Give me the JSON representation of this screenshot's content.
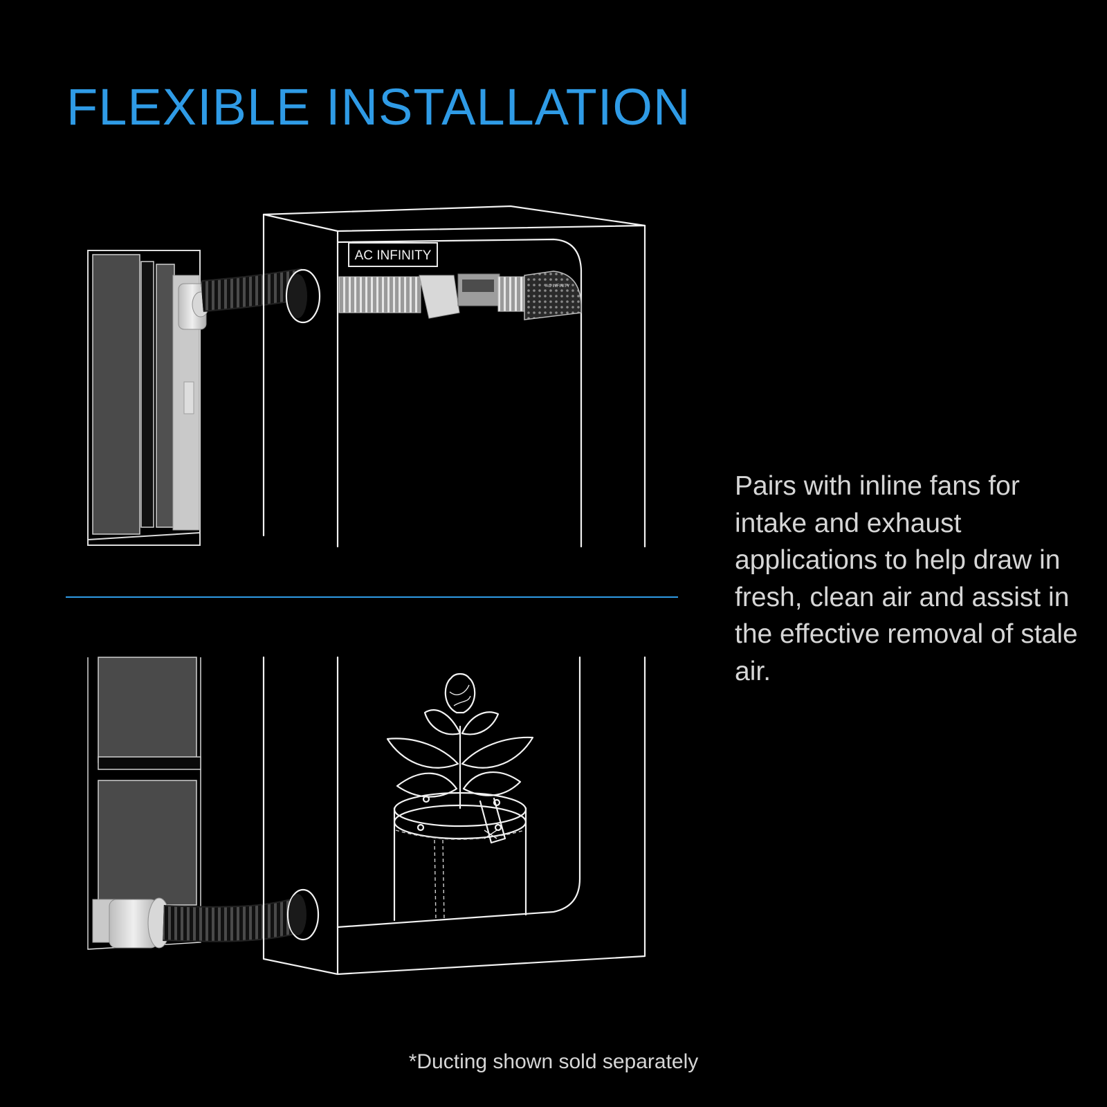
{
  "headline": "FLEXIBLE INSTALLATION",
  "description": "Pairs with inline fans for intake and exhaust applications to help draw in fresh, clean air and assist in the effective removal of stale air.",
  "footnote": "*Ducting shown sold separately",
  "tent_logo": "AC INFINITY",
  "filter_label": "AC INFINITY",
  "colors": {
    "accent": "#2f9be6",
    "background": "#000000",
    "text": "#d6d6d6"
  }
}
